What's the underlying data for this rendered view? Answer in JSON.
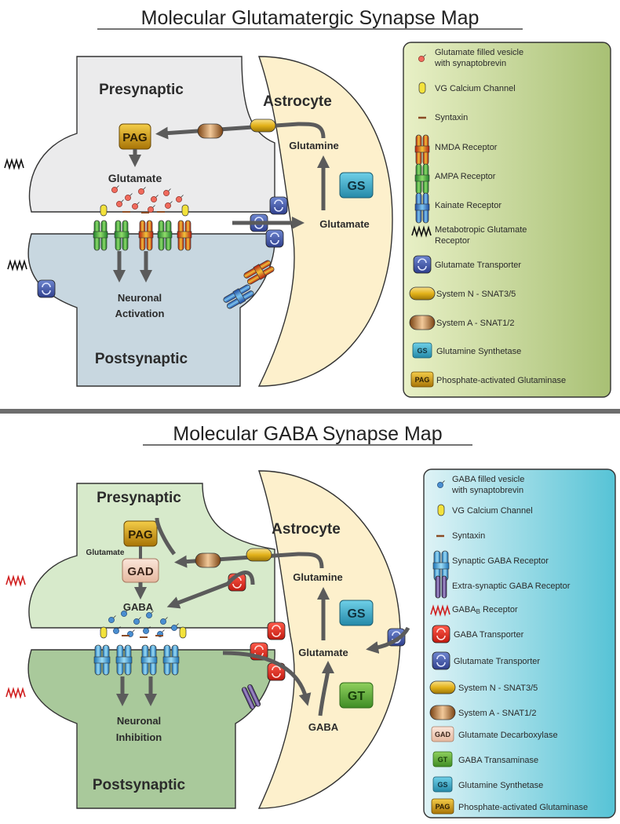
{
  "glutamate_map": {
    "title": "Molecular Glutamatergic Synapse Map",
    "presynaptic": "Presynaptic",
    "postsynaptic": "Postsynaptic",
    "astrocyte": "Astrocyte",
    "pag": "PAG",
    "gs": "GS",
    "glutamate": "Glutamate",
    "glutamine": "Glutamine",
    "astro_glutamate": "Glutamate",
    "outcome_line1": "Neuronal",
    "outcome_line2": "Activation",
    "legend": {
      "vesicle_line1": "Glutamate filled vesicle",
      "vesicle_line2": "with synaptobrevin",
      "calcium": "VG Calcium Channel",
      "syntaxin": "Syntaxin",
      "nmda": "NMDA Receptor",
      "ampa": "AMPA Receptor",
      "kainate": "Kainate Receptor",
      "mglur_line1": "Metabotropic Glutamate",
      "mglur_line2": "Receptor",
      "glu_transporter": "Glutamate Transporter",
      "system_n": "System N - SNAT3/5",
      "system_a": "System A - SNAT1/2",
      "gs_icon": "GS",
      "gs_label": "Glutamine Synthetase",
      "pag_icon": "PAG",
      "pag_label": "Phosphate-activated Glutaminase"
    }
  },
  "gaba_map": {
    "title": "Molecular GABA Synapse Map",
    "presynaptic": "Presynaptic",
    "postsynaptic": "Postsynaptic",
    "astrocyte": "Astrocyte",
    "pag": "PAG",
    "gad": "GAD",
    "gs": "GS",
    "gt": "GT",
    "pre_glutamate": "Glutamate",
    "gaba": "GABA",
    "glutamine": "Glutamine",
    "astro_glutamate": "Glutamate",
    "astro_gaba": "GABA",
    "outcome_line1": "Neuronal",
    "outcome_line2": "Inhibition",
    "legend": {
      "vesicle_line1": "GABA filled vesicle",
      "vesicle_line2": "with synaptobrevin",
      "calcium": "VG Calcium Channel",
      "syntaxin": "Syntaxin",
      "synaptic_gaba": "Synaptic GABA Receptor",
      "extra_gaba": "Extra-synaptic GABA Receptor",
      "gabab_pre": "GABA",
      "gabab_sub": "B",
      "gabab_post": " Receptor",
      "gaba_transporter": "GABA Transporter",
      "glu_transporter": "Glutamate Transporter",
      "system_n": "System N - SNAT3/5",
      "system_a": "System A - SNAT1/2",
      "gad_icon": "GAD",
      "gad_label": "Glutamate Decarboxylase",
      "gt_icon": "GT",
      "gt_label": "GABA Transaminase",
      "gs_icon": "GS",
      "gs_label": "Glutamine Synthetase",
      "pag_icon": "PAG",
      "pag_label": "Phosphate-activated Glutaminase"
    }
  }
}
